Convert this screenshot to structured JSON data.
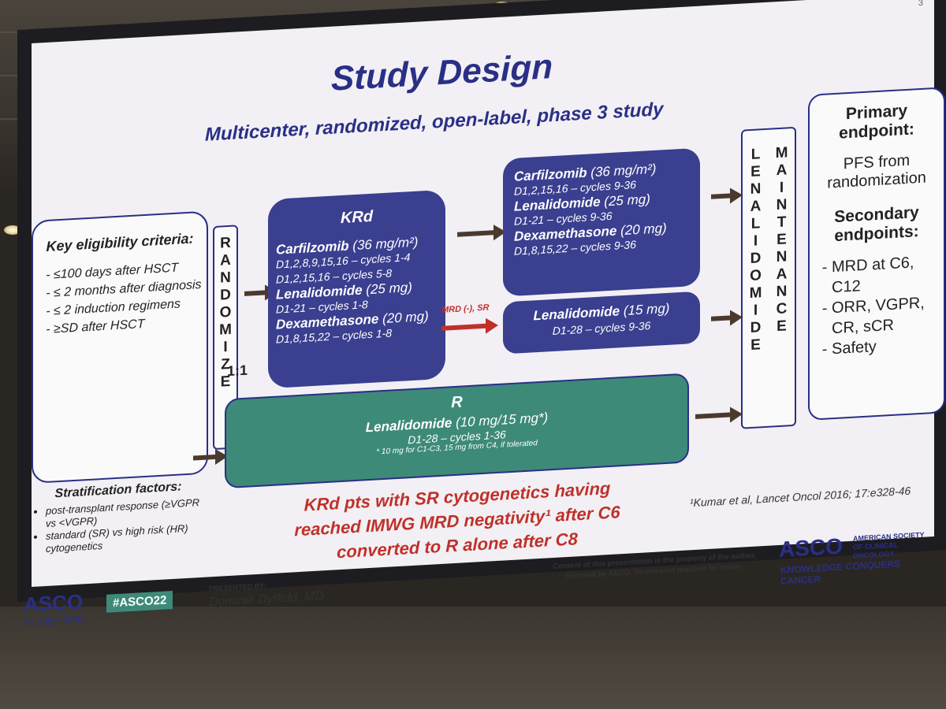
{
  "slide": {
    "number": "3",
    "title": "Study Design",
    "subtitle": "Multicenter, randomized, open-label, phase 3 study"
  },
  "eligibility": {
    "heading": "Key eligibility criteria:",
    "items": [
      "≤100 days after HSCT",
      "≤ 2 months after diagnosis",
      "≤ 2 induction regimens",
      "≥SD after HSCT"
    ]
  },
  "randomize": {
    "letters": "RANDOMIZE",
    "ratio": "1:1"
  },
  "krd": {
    "title": "KRd",
    "lines": [
      {
        "drug": "Carfilzomib",
        "dose": "(36 mg/m²)"
      },
      {
        "sched": "D1,2,8,9,15,16 – cycles 1-4"
      },
      {
        "sched": "D1,2,15,16 – cycles 5-8"
      },
      {
        "drug": "Lenalidomide",
        "dose": "(25 mg)"
      },
      {
        "sched": "D1-21 – cycles 1-8"
      },
      {
        "drug": "Dexamethasone",
        "dose": "(20 mg)"
      },
      {
        "sched": "D1,8,15,22 – cycles 1-8"
      }
    ]
  },
  "krd_cont": {
    "lines": [
      {
        "drug": "Carfilzomib",
        "dose": "(36 mg/m²)"
      },
      {
        "sched": "D1,2,15,16 – cycles 9-36"
      },
      {
        "drug": "Lenalidomide",
        "dose": "(25 mg)"
      },
      {
        "sched": "D1-21 – cycles 9-36"
      },
      {
        "drug": "Dexamethasone",
        "dose": "(20 mg)"
      },
      {
        "sched": "D1,8,15,22 – cycles 9-36"
      }
    ]
  },
  "mrd_arrow_label": "MRD (-), SR",
  "len15": {
    "drug": "Lenalidomide",
    "dose": "(15 mg)",
    "sched": "D1-28 – cycles 9-36"
  },
  "r_arm": {
    "title": "R",
    "drug": "Lenalidomide",
    "dose": "(10 mg/15 mg*)",
    "sched": "D1-28 – cycles 1-36",
    "note": "* 10 mg for C1-C3, 15 mg from C4, if tolerated"
  },
  "maintenance": {
    "col1": "LENALIDOMIDE",
    "col2": "MAINTENANCE"
  },
  "endpoints": {
    "primary_heading": "Primary endpoint:",
    "primary_text": "PFS from randomization",
    "secondary_heading": "Secondary endpoints:",
    "secondary_items": [
      "MRD at C6, C12",
      "ORR, VGPR, CR, sCR",
      "Safety"
    ]
  },
  "stratification": {
    "heading": "Stratification factors:",
    "items": [
      "post-transplant response (≥VGPR vs <VGPR)",
      "standard (SR) vs high risk (HR) cytogenetics"
    ]
  },
  "red_note": [
    "KRd pts with SR cytogenetics having",
    "reached IMWG MRD negativity¹ after C6",
    "converted to R alone after C8"
  ],
  "reference": "¹Kumar et al, Lancet Oncol 2016; 17:e328-46",
  "footer": {
    "asco_left": "ASCO",
    "meeting": "AL MEETING",
    "hashtag": "#ASCO22",
    "presented_by": "PRESENTED BY:",
    "presenter": "Dominik Dytfeld, MD",
    "copyright": "Content of this presentation is the property of the author, licensed by ASCO. Permission required for reuse.",
    "asco_logo": "ASCO",
    "asco_full": "AMERICAN SOCIETY OF CLINICAL ONCOLOGY",
    "tagline": "KNOWLEDGE CONQUERS CANCER"
  }
}
